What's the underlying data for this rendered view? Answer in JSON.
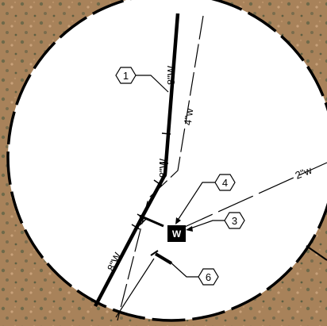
{
  "pipes": {
    "main_upper_size": "8\"W",
    "main_mid_size": "8\"W",
    "main_lower_size": "8\"W",
    "branch_4in_size": "4\"w",
    "branch_2in_size": "2\"w"
  },
  "callouts": [
    {
      "id": "callout-1",
      "label": "1"
    },
    {
      "id": "callout-4",
      "label": "4"
    },
    {
      "id": "callout-3",
      "label": "3"
    },
    {
      "id": "callout-6",
      "label": "6"
    }
  ],
  "water_meter_label": "W",
  "colors": {
    "ground": "#a8825a",
    "detail_fill": "#ffffff",
    "line": "#000000"
  }
}
